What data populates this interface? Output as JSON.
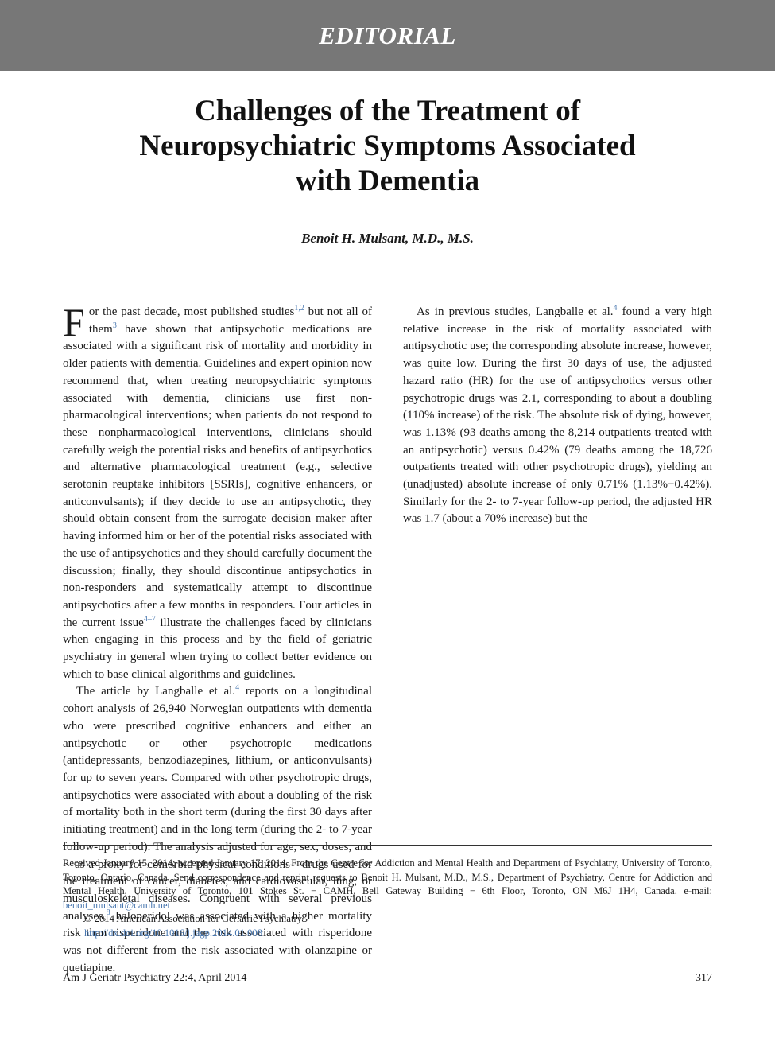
{
  "header": {
    "section": "EDITORIAL"
  },
  "article": {
    "title_lines": [
      "Challenges of the Treatment of",
      "Neuropsychiatric Symptoms Associated",
      "with Dementia"
    ],
    "author": "Benoit H. Mulsant, M.D., M.S."
  },
  "body": {
    "dropcap": "F",
    "p1_a": "or the past decade, most published studies",
    "p1_ref1": "1,2",
    "p1_b": " but not all of them",
    "p1_ref2": "3",
    "p1_c": " have shown that antipsychotic medications are associated with a significant risk of mortality and morbidity in older patients with dementia. Guidelines and expert opinion now recom­mend that, when treating neuropsychiatric symptoms associated with dementia, clinicians use first non­pharmacological interventions; when patients do not respond to these nonpharmacological interventions, clinicians should carefully weigh the potential risks and benefits of antipsychotics and alternative phar­macological treatment (e.g., selective serotonin reup­take inhibitors [SSRIs], cognitive enhancers, or anticonvulsants); if they decide to use an antipsy­chotic, they should obtain consent from the surrogate decision maker after having informed him or her of the potential risks associated with the use of antipsy­chotics and they should carefully document the discussion; finally, they should discontinue antipsy­chotics in non-responders and systematically attempt to discontinue antipsychotics after a few months in responders. Four articles in the current issue",
    "p1_ref3": "4–7",
    "p1_d": " illus­trate the challenges faced by clinicians when engaging in this process and by the field of geriatric psychiatry in general when trying to collect better evidence on which to base clinical algorithms and guidelines.",
    "p2_a": "The article by Langballe et al.",
    "p2_ref": "4",
    "p2_b": " reports on a longitu­dinal cohort analysis of 26,940 Norwegian outpatients with dementia who were prescribed cognitive enhancers and either an antipsychotic or other psychotropic medications (antidepressants, benzodiaz­epines, lithium, or anticonvulsants) for up to seven years. Compared with other psychotropic drugs, anti­psychotics were associated with about a doubling of the risk of mortality both in the short term (during the first 30 days after initiating treatment) and in the long term (during the 2- to 7-year follow-up period). The analysis adjusted for age, sex, doses, and—as a proxy for co­morbid physical conditions—drugs used for the treat­ment of cancer, diabetes, and cardiovascular, lung, or musculoskeletal diseases. Congruent with several pre­vious analyses,",
    "p2_ref2": "8",
    "p2_c": " haloperidol was associated with a higher mortality risk than risperidone and the risk associated with risperidone was not different from the risk associated with olanzapine or quetiapine.",
    "p3_a": "As in previous studies, Langballe et al.",
    "p3_ref": "4",
    "p3_b": " found a very high relative increase in the risk of mortality associated with antipsychotic use; the corresponding absolute increase, however, was quite low. During the first 30 days of use, the adjusted hazard ratio (HR) for the use of antipsychotics versus other psychotropic drugs was 2.1, corresponding to about a doubling (110% increase) of the risk. The absolute risk of dying, however, was 1.13% (93 deaths among the 8,214 out­patients treated with an antipsychotic) versus 0.42% (79 deaths among the 18,726 outpatients treated with other psychotropic drugs), yielding an (unadjusted) absolute increase of only 0.71% (1.13%−0.42%). Similarly for the 2- to 7-year follow-up period, the adjusted HR was 1.7 (about a 70% increase) but the"
  },
  "footnote": {
    "received": "Received January 15, 2014; accepted January 17, 2014. From the Centre for Addiction and Mental Health and Department of Psychiatry, University of Toronto, Toronto, Ontario, Canada. Send correspondence and reprint requests to Benoit H. Mulsant, M.D., M.S., Department of Psychiatry, Centre for Addiction and Mental Health, University of Toronto, 101 Stokes St. − CAMH, Bell Gateway Building − 6th Floor, Toronto, ON M6J 1H4, Canada. e-mail: ",
    "email": "benoit_mulsant@camh.net",
    "copyright": "© 2014 American Association for Geriatric Psychiatry",
    "doi": "http://dx.doi.org/10.1016/j.jagp.2014.01.008"
  },
  "footer": {
    "journal": "Am J Geriatr Psychiatry 22:4, April 2014",
    "page": "317"
  }
}
